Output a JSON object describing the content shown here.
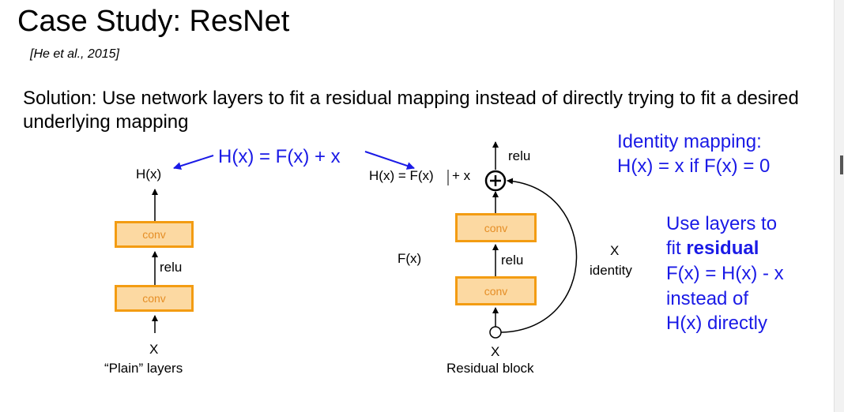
{
  "slide": {
    "title": "Case Study: ResNet",
    "citation": "[He et al., 2015]",
    "solution": "Solution: Use network layers to fit a residual mapping instead of directly trying to fit a desired underlying mapping"
  },
  "plain": {
    "output_label": "H(x)",
    "conv_top": "conv",
    "relu": "relu",
    "conv_bottom": "conv",
    "input_label": "X",
    "caption": "“Plain” layers"
  },
  "center_equation": "H(x) = F(x) + x",
  "residual": {
    "output_label_a": "H(x) = F(x)",
    "output_label_b": "+ x",
    "relu_top": "relu",
    "conv_top": "conv",
    "fx_label": "F(x)",
    "relu_mid": "relu",
    "conv_bottom": "conv",
    "input_label": "X",
    "caption": "Residual block",
    "skip_x": "X",
    "skip_identity": "identity"
  },
  "identity_note": {
    "line1": "Identity mapping:",
    "line2": "H(x) = x if F(x) = 0"
  },
  "residual_note": {
    "line1": "Use layers to",
    "line2_prefix": "fit ",
    "line2_bold": "residual",
    "line3": "F(x) = H(x) - x",
    "line4": "instead of",
    "line5": "H(x) directly"
  },
  "colors": {
    "accent_blue": "#1a1ae6",
    "conv_fill": "#fcd9a2",
    "conv_border": "#f39c12",
    "conv_text": "#e58e26"
  }
}
